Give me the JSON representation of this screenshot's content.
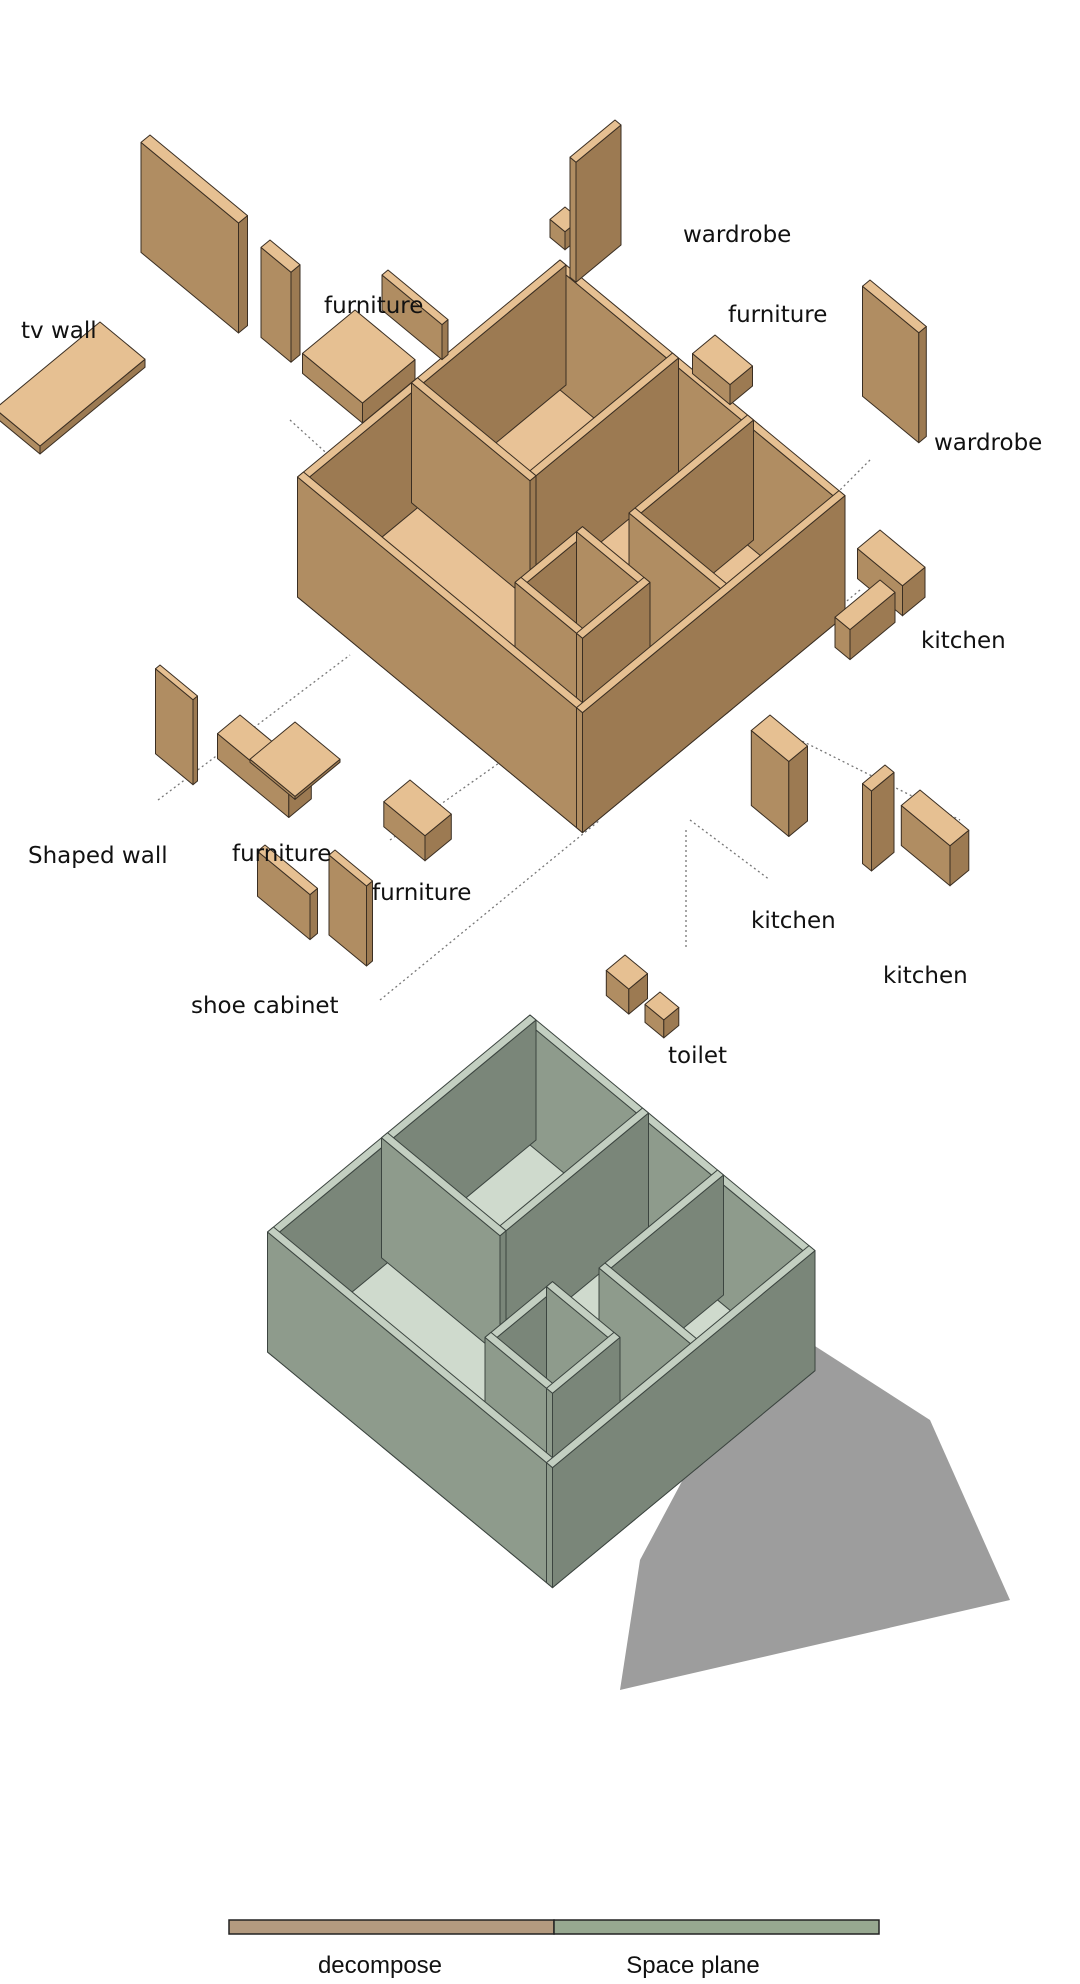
{
  "labels": {
    "tv_wall": "tv wall",
    "furniture_bed": "furniture",
    "wardrobe_top": "wardrobe",
    "furniture_desk": "furniture",
    "wardrobe_right": "wardrobe",
    "kitchen_right": "kitchen",
    "shaped_wall": "Shaped wall",
    "furniture_sofa": "furniture",
    "furniture_dining": "furniture",
    "kitchen_bottom": "kitchen",
    "kitchen_tall": "kitchen",
    "shoe_cabinet": "shoe cabinet",
    "toilet": "toilet"
  },
  "legend": {
    "items": [
      {
        "label": "decompose",
        "color": "#b39a7f"
      },
      {
        "label": "Space plane",
        "color": "#97a890"
      }
    ]
  },
  "colors": {
    "wood_top": "#e6c092",
    "wood_left": "#b08d62",
    "wood_right": "#9c7a52",
    "green_top": "#c3cfc1",
    "green_left": "#8e9b8c",
    "green_right": "#7a8679",
    "shadow": "#9d9d9d"
  }
}
